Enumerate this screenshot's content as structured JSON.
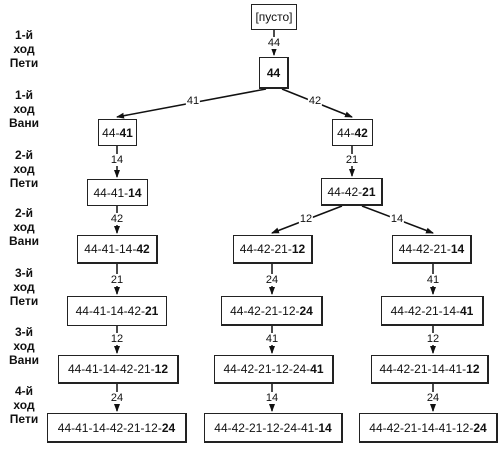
{
  "row_labels": [
    [
      "1-й",
      "ход",
      "Пети"
    ],
    [
      "1-й",
      "ход",
      "Вани"
    ],
    [
      "2-й",
      "ход",
      "Пети"
    ],
    [
      "2-й",
      "ход",
      "Вани"
    ],
    [
      "3-й",
      "ход",
      "Пети"
    ],
    [
      "3-й",
      "ход",
      "Вани"
    ],
    [
      "4-й",
      "ход",
      "Пети"
    ]
  ],
  "nodes": {
    "root": {
      "prefix": "[пусто]",
      "bold": ""
    },
    "n44": {
      "prefix": "",
      "bold": "44"
    },
    "l1": {
      "prefix": "44-",
      "bold": "41"
    },
    "r1": {
      "prefix": "44-",
      "bold": "42"
    },
    "l2": {
      "prefix": "44-41-",
      "bold": "14"
    },
    "r2": {
      "prefix": "44-42-",
      "bold": "21"
    },
    "l3": {
      "prefix": "44-41-14-",
      "bold": "42"
    },
    "m3": {
      "prefix": "44-42-21-",
      "bold": "12"
    },
    "rr3": {
      "prefix": "44-42-21-",
      "bold": "14"
    },
    "l4": {
      "prefix": "44-41-14-42-",
      "bold": "21"
    },
    "m4": {
      "prefix": "44-42-21-12-",
      "bold": "24"
    },
    "rr4": {
      "prefix": "44-42-21-14-",
      "bold": "41"
    },
    "l5": {
      "prefix": "44-41-14-42-21-",
      "bold": "12"
    },
    "m5": {
      "prefix": "44-42-21-12-24-",
      "bold": "41"
    },
    "rr5": {
      "prefix": "44-42-21-14-41-",
      "bold": "12"
    },
    "l6": {
      "prefix": "44-41-14-42-21-12-",
      "bold": "24"
    },
    "m6": {
      "prefix": "44-42-21-12-24-41-",
      "bold": "14"
    },
    "rr6": {
      "prefix": "44-42-21-14-41-12-",
      "bold": "24"
    }
  },
  "edges": {
    "e_root_44": "44",
    "e_44_l1": "41",
    "e_44_r1": "42",
    "e_l1_l2": "14",
    "e_r1_r2": "21",
    "e_l2_l3": "42",
    "e_r2_m3": "12",
    "e_r2_rr3": "14",
    "e_l3_l4": "21",
    "e_m3_m4": "24",
    "e_rr3_rr4": "41",
    "e_l4_l5": "12",
    "e_m4_m5": "41",
    "e_rr4_rr5": "12",
    "e_l5_l6": "24",
    "e_m5_m6": "14",
    "e_rr5_rr6": "24"
  }
}
